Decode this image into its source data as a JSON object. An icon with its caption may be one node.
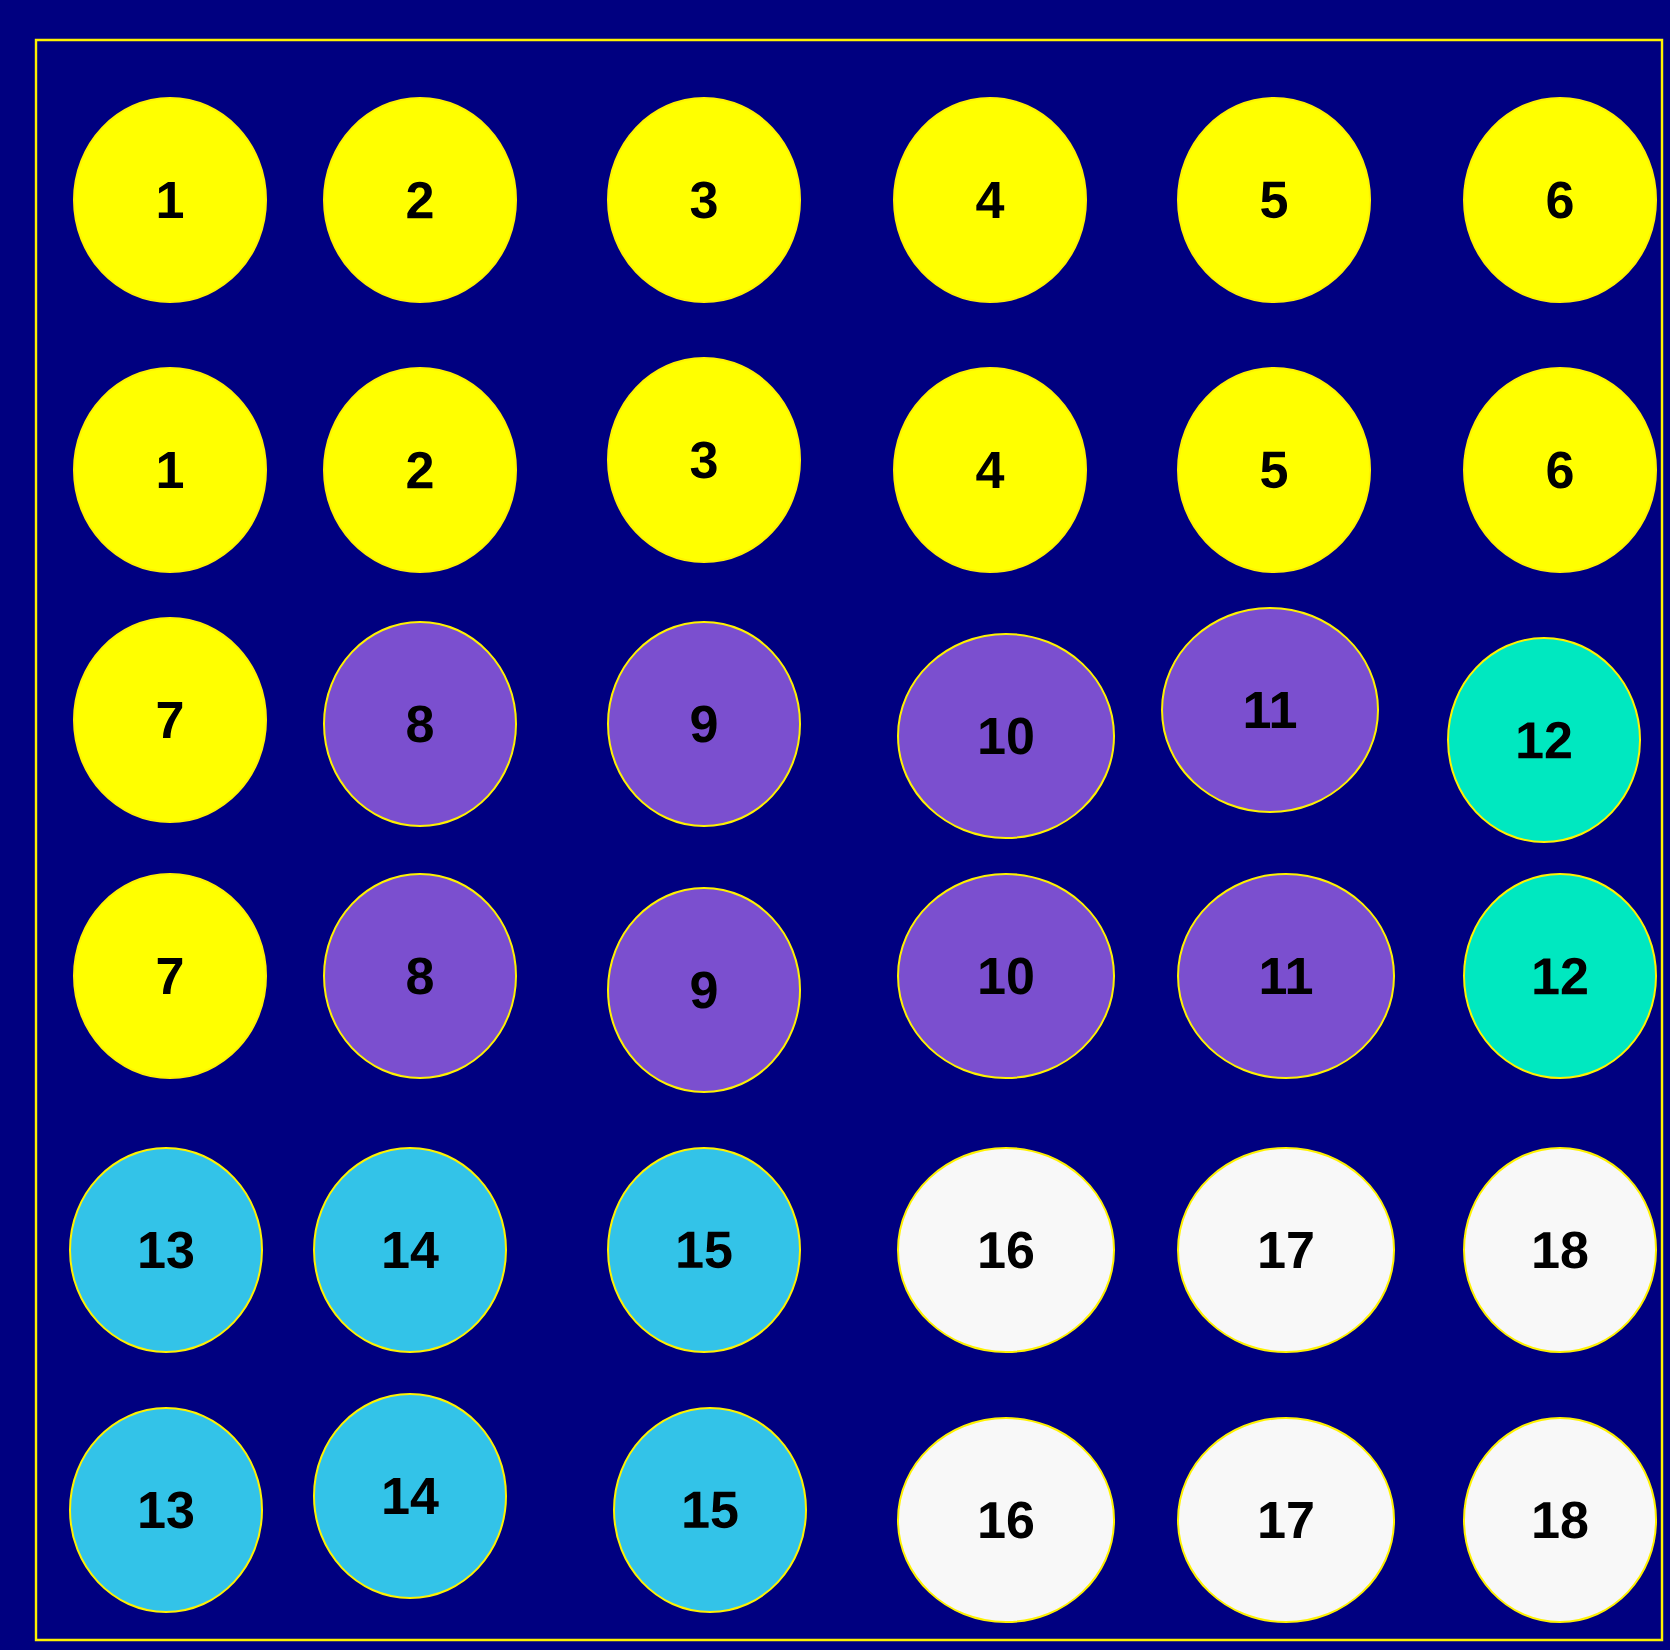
{
  "diagram": {
    "nodes": [
      {
        "text": [
          "1"
        ]
      },
      {
        "text": [
          "2"
        ]
      },
      {
        "text": [
          "3"
        ]
      },
      {
        "text": [
          "4"
        ]
      },
      {
        "text": [
          "5"
        ]
      },
      {
        "text": [
          "6"
        ]
      },
      {
        "text": [
          "1"
        ]
      },
      {
        "text": [
          "2"
        ]
      },
      {
        "text": [
          "3"
        ]
      },
      {
        "text": [
          "4"
        ]
      },
      {
        "text": [
          "5"
        ]
      },
      {
        "text": [
          "6"
        ]
      },
      {
        "text": [
          "7"
        ]
      },
      {
        "text": [
          "8"
        ]
      },
      {
        "text": [
          "9"
        ]
      },
      {
        "text": [
          "10"
        ]
      },
      {
        "text": [
          "11"
        ]
      },
      {
        "text": [
          "12"
        ]
      },
      {
        "text": [
          "7"
        ]
      },
      {
        "text": [
          "8"
        ]
      },
      {
        "text": [
          "9"
        ]
      },
      {
        "text": [
          "10"
        ]
      },
      {
        "text": [
          "11"
        ]
      },
      {
        "text": [
          "12"
        ]
      },
      {
        "text": [
          "13"
        ]
      },
      {
        "text": [
          "14"
        ]
      },
      {
        "text": [
          "15"
        ]
      },
      {
        "text": [
          "16"
        ]
      },
      {
        "text": [
          "17"
        ]
      },
      {
        "text": [
          "18"
        ]
      },
      {
        "text": [
          "13"
        ]
      },
      {
        "text": [
          "14"
        ]
      },
      {
        "text": [
          "15"
        ]
      },
      {
        "text": [
          "16"
        ]
      },
      {
        "text": [
          "17"
        ]
      },
      {
        "text": [
          "18"
        ]
      }
    ]
  }
}
